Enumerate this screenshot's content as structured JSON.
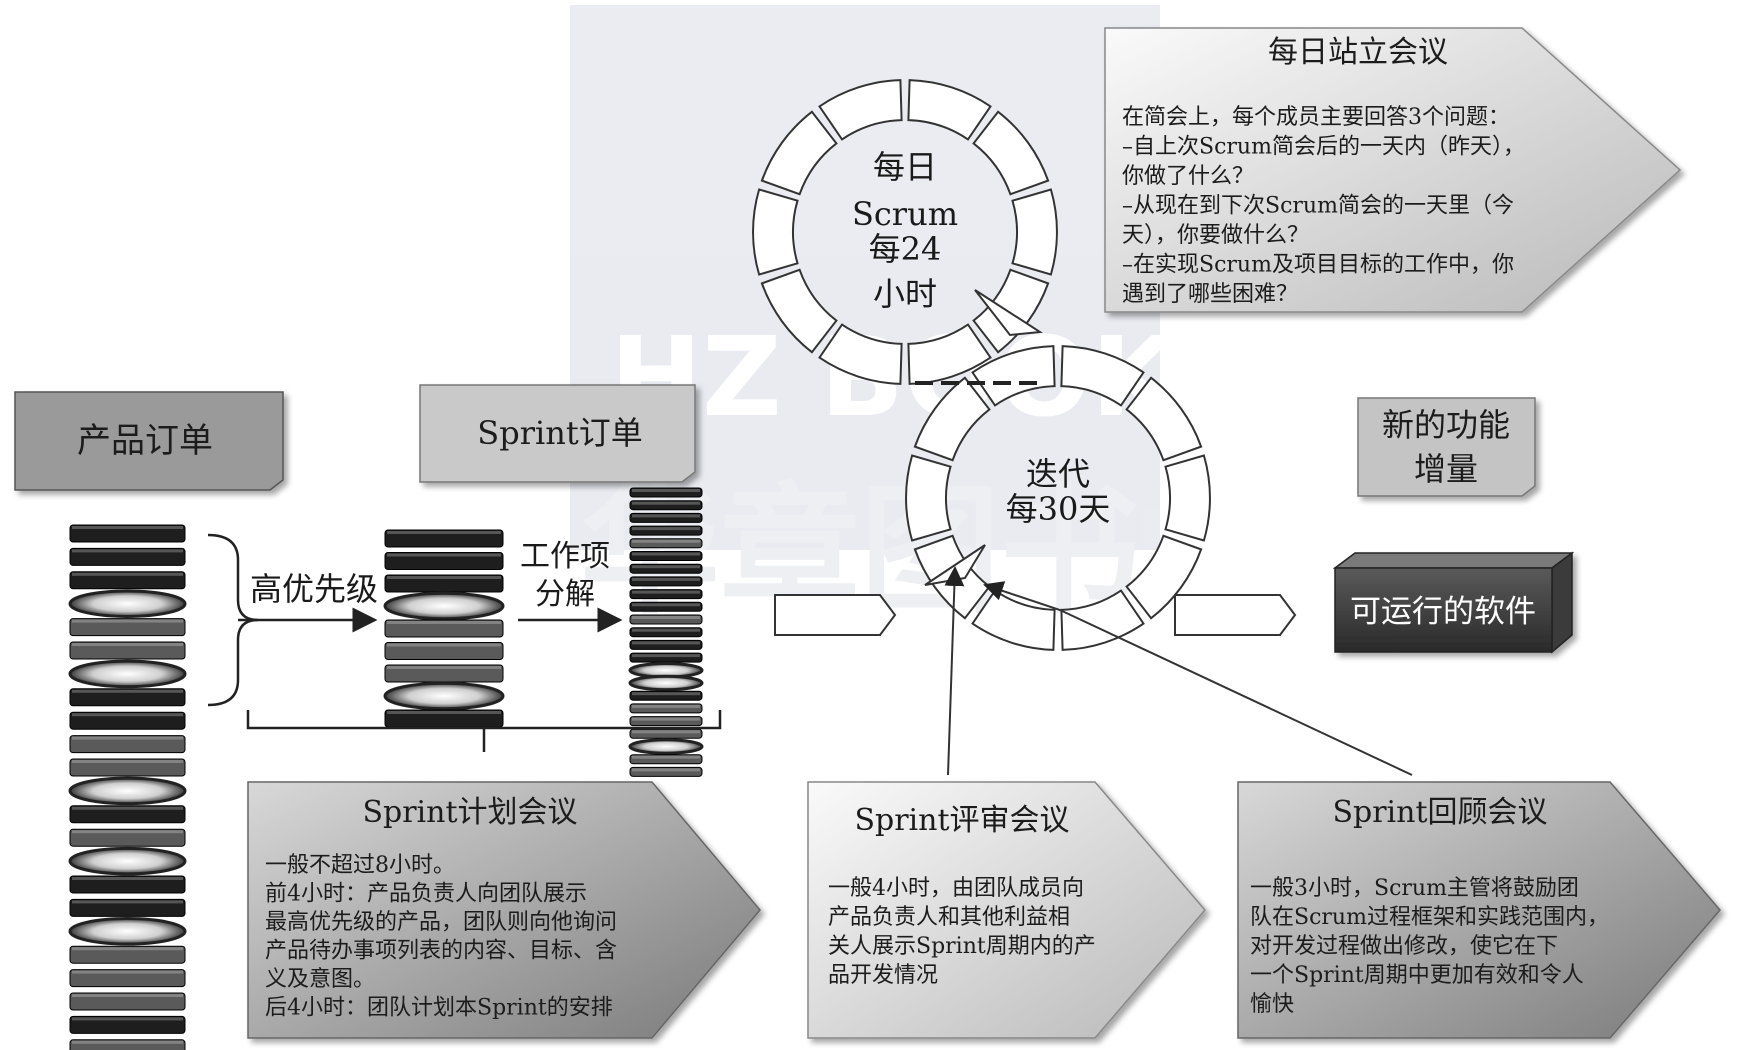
{
  "watermark": {
    "brand": "HZ BOOKS",
    "cn": "华章图书"
  },
  "product_backlog": {
    "label": "产品订单"
  },
  "sprint_backlog": {
    "label": "Sprint订单"
  },
  "arrow_priority": {
    "label": "高优先级"
  },
  "arrow_breakdown": {
    "lines": [
      "工作项",
      "分解"
    ]
  },
  "daily_cycle": {
    "lines": [
      "每日",
      "Scrum",
      "每24",
      "小时"
    ]
  },
  "iteration_cycle": {
    "lines": [
      "迭代",
      "每30天"
    ]
  },
  "daily_standup": {
    "title": "每日站立会议",
    "lines": [
      "在简会上，每个成员主要回答3个问题：",
      "–自上次Scrum简会后的一天内（昨天），",
      "你做了什么？",
      "–从现在到下次Scrum简会的一天里（今",
      "天），你要做什么？",
      "–在实现Scrum及项目目标的工作中，你",
      "遇到了哪些困难？"
    ]
  },
  "new_increment": {
    "lines": [
      "新的功能",
      "增量"
    ]
  },
  "working_software": {
    "label": "可运行的软件"
  },
  "sprint_planning": {
    "title": "Sprint计划会议",
    "lines": [
      "一般不超过8小时。",
      "前4小时：产品负责人向团队展示",
      "最高优先级的产品，团队则向他询问",
      "产品待办事项列表的内容、目标、含",
      "义及意图。",
      "后4小时：团队计划本Sprint的安排"
    ]
  },
  "sprint_review": {
    "title": "Sprint评审会议",
    "lines": [
      "一般4小时，由团队成员向",
      "产品负责人和其他利益相",
      "关人展示Sprint周期内的产",
      "品开发情况"
    ]
  },
  "sprint_retro": {
    "title": "Sprint回顾会议",
    "lines": [
      "一般3小时，Scrum主管将鼓励团",
      "队在Scrum过程框架和实践范围内，",
      "对开发过程做出修改，使它在下",
      "一个Sprint周期中更加有效和令人",
      "愉快"
    ]
  }
}
